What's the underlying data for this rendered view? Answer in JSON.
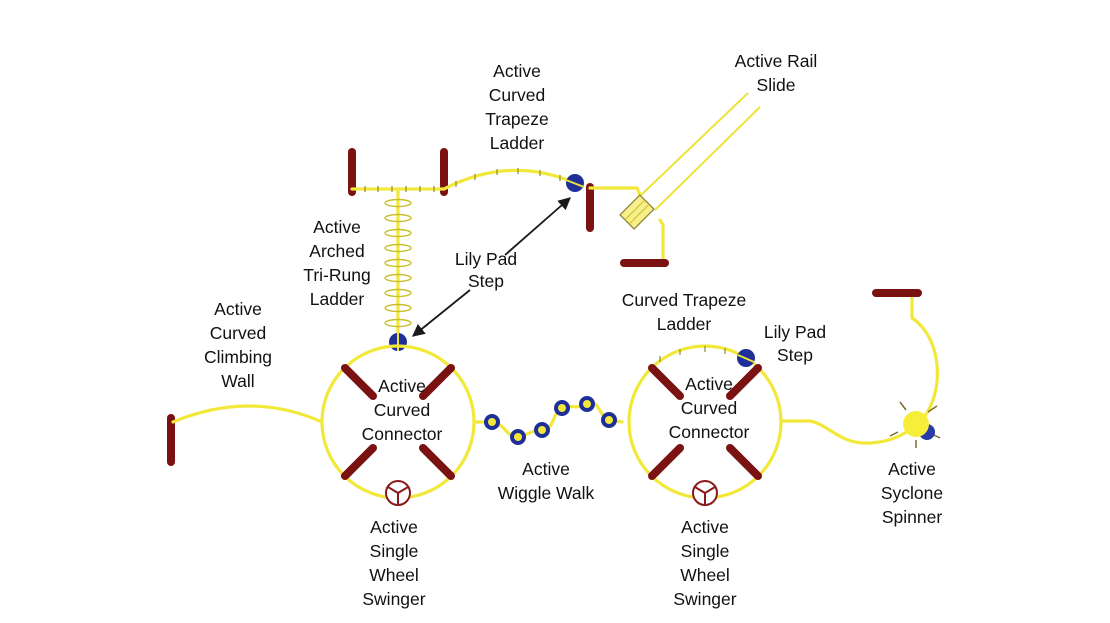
{
  "diagram": {
    "type": "playground-layout",
    "colors": {
      "beam": "#f2e83a",
      "post": "#7a1212",
      "lily_pad": "#1e2f9a",
      "wheel": "#8a1a1a",
      "text": "#111111"
    },
    "labels": {
      "trapeze_ladder_top": [
        "Active",
        "Curved",
        "Trapeze",
        "Ladder"
      ],
      "rail_slide": [
        "Active Rail",
        "Slide"
      ],
      "tri_rung_ladder": [
        "Active",
        "Arched",
        "Tri-Rung",
        "Ladder"
      ],
      "lily_pad_step_left": [
        "Lily Pad",
        "Step"
      ],
      "climbing_wall": [
        "Active",
        "Curved",
        "Climbing",
        "Wall"
      ],
      "connector_left": [
        "Active",
        "Curved",
        "Connector"
      ],
      "wiggle_walk": [
        "Active",
        "Wiggle Walk"
      ],
      "wheel_swinger_left": [
        "Active",
        "Single",
        "Wheel",
        "Swinger"
      ],
      "trapeze_ladder_right": [
        "Curved Trapeze",
        "Ladder"
      ],
      "lily_pad_step_right": [
        "Lily Pad",
        "Step"
      ],
      "connector_right": [
        "Active",
        "Curved",
        "Connector"
      ],
      "wheel_swinger_right": [
        "Active",
        "Single",
        "Wheel",
        "Swinger"
      ],
      "syclone_spinner": [
        "Active",
        "Syclone",
        "Spinner"
      ]
    }
  }
}
